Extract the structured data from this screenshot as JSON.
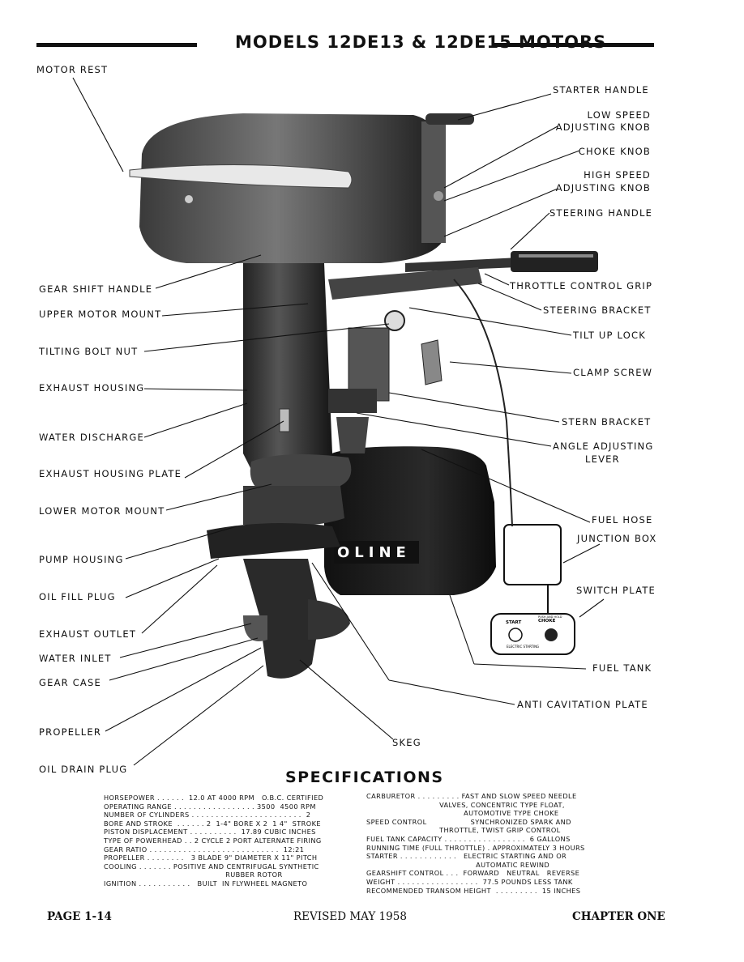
{
  "header": {
    "title": "MODELS 12DE13 & 12DE15 MOTORS"
  },
  "labels": {
    "motor_rest": "MOTOR REST",
    "starter_handle": "STARTER HANDLE",
    "low_speed_1": "LOW SPEED",
    "low_speed_2": "ADJUSTING KNOB",
    "choke_knob": "CHOKE KNOB",
    "high_speed_1": "HIGH SPEED",
    "high_speed_2": "ADJUSTING KNOB",
    "steering_handle": "STEERING HANDLE",
    "throttle_control_grip": "THROTTLE CONTROL GRIP",
    "steering_bracket": "STEERING BRACKET",
    "tilt_up_lock": "TILT UP LOCK",
    "clamp_screw": "CLAMP SCREW",
    "stern_bracket": "STERN BRACKET",
    "angle_adjusting_1": "ANGLE ADJUSTING",
    "angle_adjusting_2": "LEVER",
    "fuel_hose": "FUEL HOSE",
    "junction_box": "JUNCTION BOX",
    "switch_plate": "SWITCH PLATE",
    "fuel_tank": "FUEL TANK",
    "anti_cavitation_plate": "ANTI CAVITATION PLATE",
    "skeg": "SKEG",
    "gear_shift_handle": "GEAR SHIFT HANDLE",
    "upper_motor_mount": "UPPER MOTOR MOUNT",
    "tilting_bolt_nut": "TILTING BOLT NUT",
    "exhaust_housing": "EXHAUST HOUSING",
    "water_discharge": "WATER DISCHARGE",
    "exhaust_housing_plate": "EXHAUST HOUSING PLATE",
    "lower_motor_mount": "LOWER MOTOR MOUNT",
    "pump_housing": "PUMP HOUSING",
    "oil_fill_plug": "OIL FILL PLUG",
    "exhaust_outlet": "EXHAUST OUTLET",
    "water_inlet": "WATER INLET",
    "gear_case": "GEAR CASE",
    "propeller": "PROPELLER",
    "oil_drain_plug": "OIL DRAIN PLUG"
  },
  "illustration": {
    "tank_brand": "OLINE",
    "switch_start": "START",
    "switch_choke": "CHOKE",
    "switch_push": "PUSH AND HOLD",
    "switch_bottom": "ELECTRIC  STARTING"
  },
  "specs": {
    "title": "SPECIFICATIONS",
    "left": "HORSEPOWER . . . . . .  12.0 AT 4000 RPM   O.B.C. CERTIFIED\nOPERATING RANGE . . . . . . . . . . . . . . . . . 3500  4500 RPM\nNUMBER OF CYLINDERS . . . . . . . . . . . . . . . . . . . . . . .  2\nBORE AND STROKE  . . . . . . 2  1-4\" BORE X 2  1 4\"  STROKE\nPISTON DISPLACEMENT . . . . . . . . . .  17.89 CUBIC INCHES\nTYPE OF POWERHEAD . . 2 CYCLE 2 PORT ALTERNATE FIRING\nGEAR RATIO . . . . . . . . . . . . . . . . . . . . . . . . . . .  12:21\nPROPELLER . . . . . . . .   3 BLADE 9\" DIAMETER X 11\" PITCH\nCOOLING . . . . . . . POSITIVE AND CENTRIFUGAL SYNTHETIC\n                                                  RUBBER ROTOR\nIGNITION . . . . . . . . . . .   BUILT  IN FLYWHEEL MAGNETO",
    "right": "CARBURETOR . . . . . . . . . FAST AND SLOW SPEED NEEDLE\n                              VALVES, CONCENTRIC TYPE FLOAT,\n                                        AUTOMOTIVE TYPE CHOKE\nSPEED CONTROL                  SYNCHRONIZED SPARK AND\n                              THROTTLE, TWIST GRIP CONTROL\nFUEL TANK CAPACITY . . . . . . . . . . . . . . . . .  6 GALLONS\nRUNNING TIME (FULL THROTTLE) . APPROXIMATELY 3 HOURS\nSTARTER . . . . . . . . . . . .   ELECTRIC STARTING AND OR\n                                             AUTOMATIC REWIND\nGEARSHIFT CONTROL . . .  FORWARD   NEUTRAL   REVERSE\nWEIGHT . . . . . . . . . . . . . . . . .  77.5 POUNDS LESS TANK\nRECOMMENDED TRANSOM HEIGHT  . . . . . . . . .  15 INCHES"
  },
  "footer": {
    "page": "PAGE 1-14",
    "revised": "REVISED MAY 1958",
    "chapter": "CHAPTER ONE"
  }
}
